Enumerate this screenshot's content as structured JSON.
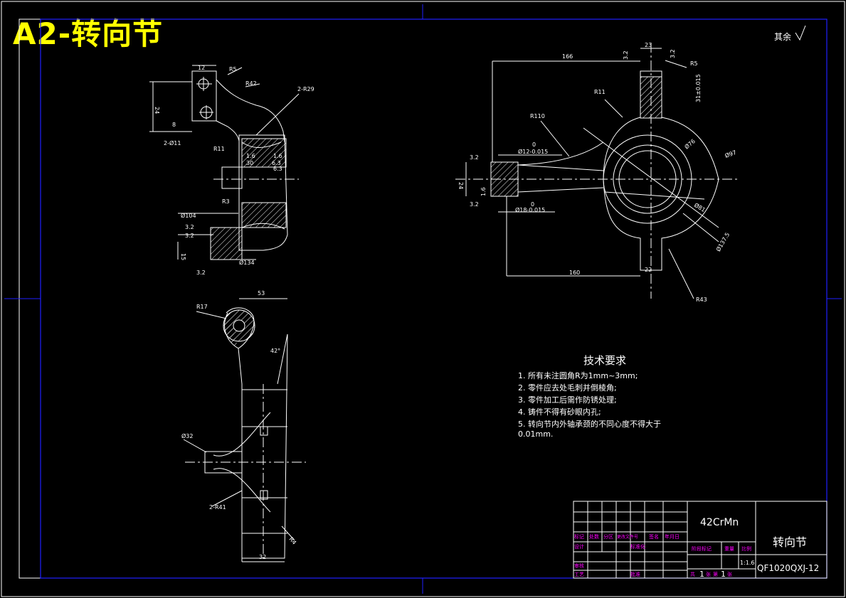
{
  "sheet_label": "A2-转向节",
  "roughness_note": "其余",
  "tech_requirements": {
    "title": "技术要求",
    "items": [
      "1. 所有未注圆角R为1mm~3mm;",
      "2. 零件应去处毛刺并倒棱角;",
      "3. 零件加工后需作防锈处理;",
      "4. 铸件不得有砂眼内孔;",
      "5. 转向节内外轴承颈的不同心度不得大于",
      "0.01mm."
    ]
  },
  "title_block": {
    "material": "42CrMn",
    "part_name": "转向节",
    "drawing_no": "QF1020QXJ-12",
    "scale": "1:1.6",
    "sheet_total": "1",
    "sheet_no": "1",
    "labels": {
      "mark": "标记",
      "count": "处数",
      "zone": "分区",
      "change_doc": "更改文件号",
      "signature": "签名",
      "date": "年月日",
      "design": "设计",
      "standardize": "标准化",
      "review": "审核",
      "process": "工艺",
      "approve": "批准",
      "stage_mark": "阶段标记",
      "weight": "重量",
      "scale_label": "比例",
      "total": "共",
      "sheet_unit": "张",
      "page": "第"
    }
  },
  "dimensions": {
    "top_left": [
      "12",
      "R5",
      "R42",
      "2-R29",
      "24",
      "8",
      "2-Ø11",
      "R11",
      "30",
      "1.6",
      "6.3",
      "R3",
      "Ø104",
      "15",
      "3.2",
      "Ø134",
      "1.6",
      "6.3",
      "3.2",
      "3.2"
    ],
    "right": [
      "166",
      "23",
      "3.2",
      "3.2",
      "R5",
      "R11",
      "R110",
      "Ø12-0.015",
      "3.2",
      "0",
      "24",
      "1.6",
      "3.2",
      "Ø18-0.015",
      "0",
      "Ø76",
      "Ø97",
      "Ø81",
      "Ø137.5",
      "31±0.015",
      "160",
      "22",
      "R43"
    ],
    "bottom_left": [
      "53",
      "R17",
      "42°",
      "Ø32",
      "2-R41",
      "R4",
      "32"
    ]
  }
}
